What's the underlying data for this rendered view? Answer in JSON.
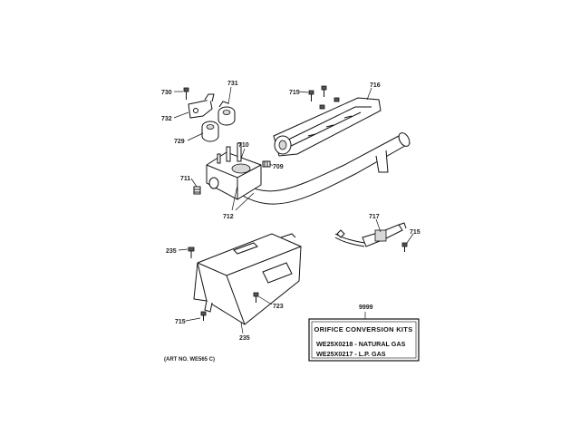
{
  "callouts": {
    "p730": "730",
    "p731": "731",
    "p732": "732",
    "p729": "729",
    "p715a": "715",
    "p716": "716",
    "p710": "710",
    "p709": "709",
    "p711": "711",
    "p712": "712",
    "p717": "717",
    "p715b": "715",
    "p235a": "235",
    "p723": "723",
    "p715c": "715",
    "p235b": "235",
    "p9999": "9999"
  },
  "kit_box": {
    "title": "ORIFICE CONVERSION KITS",
    "line1": "WE25X0218 - NATURAL GAS",
    "line2": "WE25X0217 - L.P. GAS"
  },
  "art_no": "(ART NO. WE565 C)"
}
